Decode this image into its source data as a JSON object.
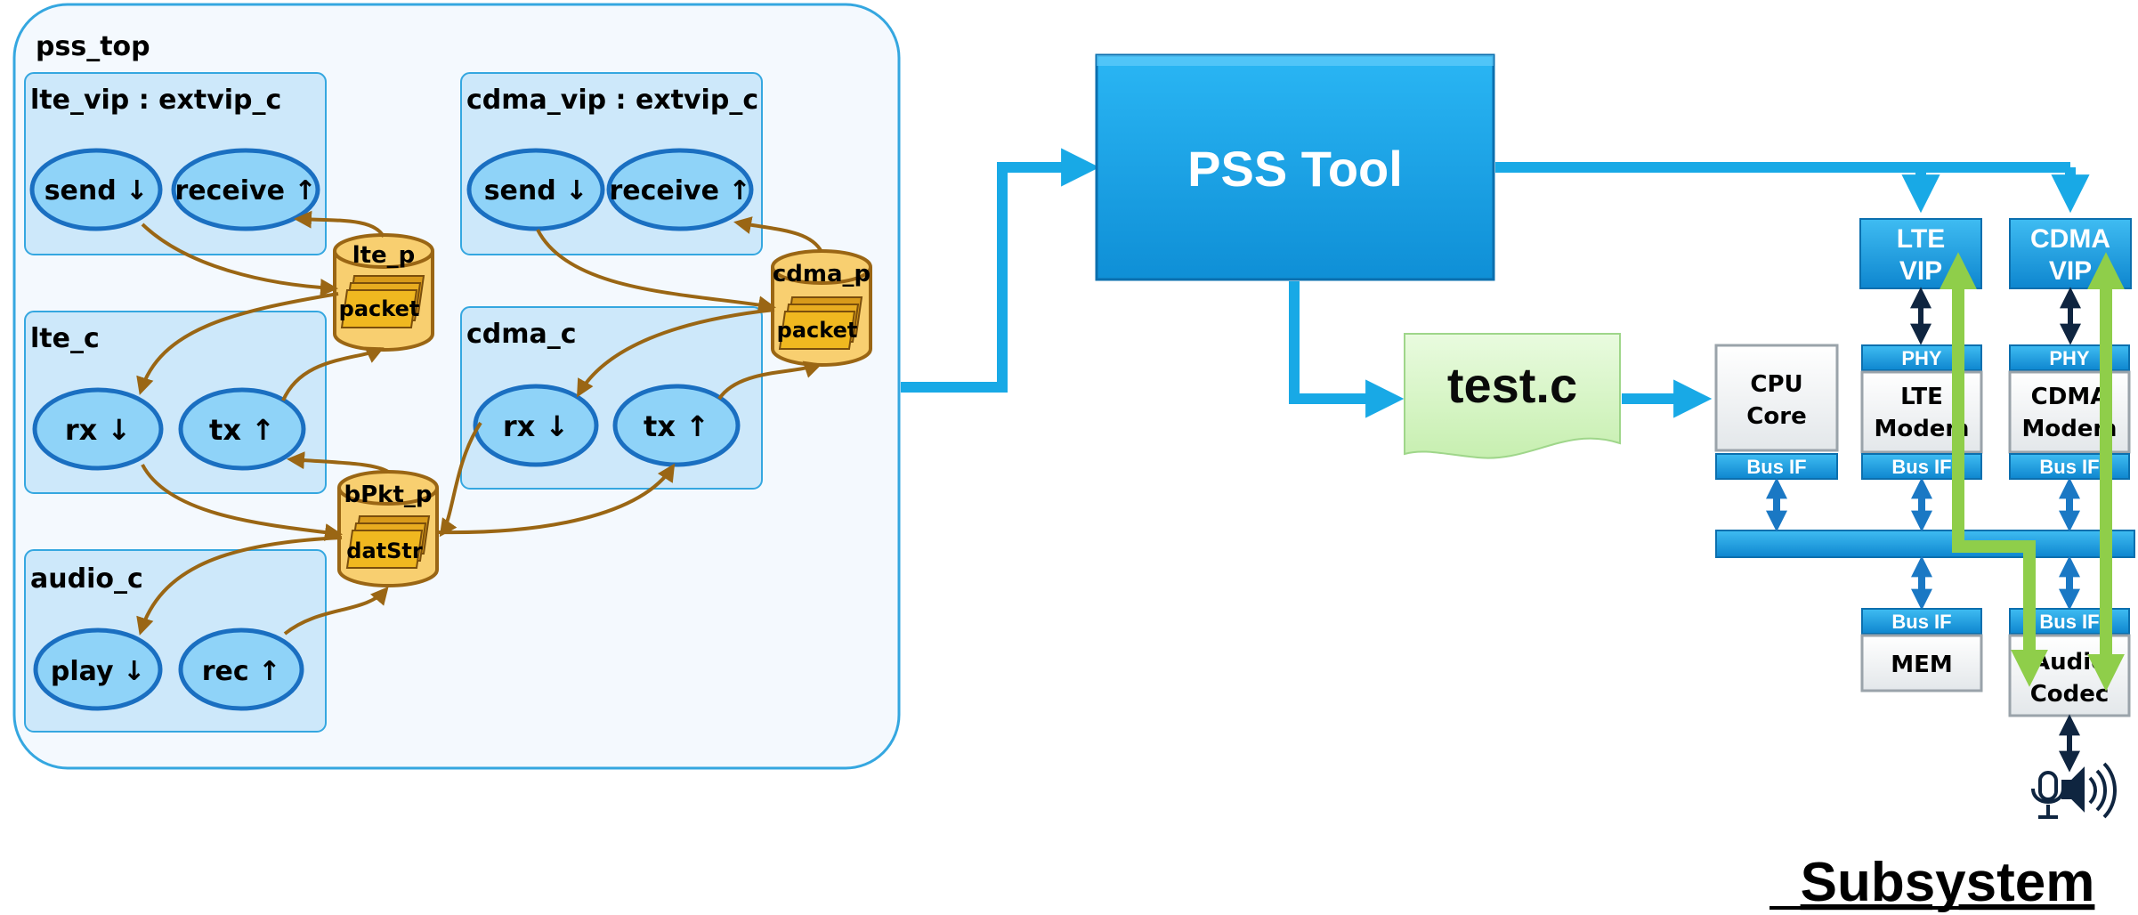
{
  "pss_top": {
    "title": "pss_top",
    "lte_vip": {
      "title": "lte_vip : extvip_c",
      "send": "send ↓",
      "receive": "receive ↑"
    },
    "cdma_vip": {
      "title": "cdma_vip : extvip_c",
      "send": "send ↓",
      "receive": "receive ↑"
    },
    "lte_c": {
      "title": "lte_c",
      "rx": "rx ↓",
      "tx": "tx ↑"
    },
    "cdma_c": {
      "title": "cdma_c",
      "rx": "rx ↓",
      "tx": "tx ↑"
    },
    "audio_c": {
      "title": "audio_c",
      "play": "play ↓",
      "rec": "rec ↑"
    },
    "pools": {
      "lte_p": {
        "name": "lte_p",
        "content": "packet"
      },
      "cdma_p": {
        "name": "cdma_p",
        "content": "packet"
      },
      "bpkt_p": {
        "name": "bPkt_p",
        "content": "datStr"
      }
    }
  },
  "tool": {
    "label": "PSS Tool"
  },
  "test_file": {
    "label": "test.c"
  },
  "subsystem": {
    "title": "Subsystem",
    "cpu": {
      "line1": "CPU",
      "line2": "Core",
      "bus_if": "Bus IF"
    },
    "lte_vip": {
      "line1": "LTE",
      "line2": "VIP"
    },
    "cdma_vip": {
      "line1": "CDMA",
      "line2": "VIP"
    },
    "lte_modem": {
      "phy": "PHY",
      "line1": "LTE",
      "line2": "Modem",
      "bus_if": "Bus IF"
    },
    "cdma_modem": {
      "phy": "PHY",
      "line1": "CDMA",
      "line2": "Modem",
      "bus_if": "Bus IF"
    },
    "mem": {
      "bus_if": "Bus IF",
      "label": "MEM"
    },
    "audio": {
      "bus_if": "Bus IF",
      "line1": "Audio",
      "line2": "Codec"
    },
    "io_icon": "microphone-speaker-icon"
  },
  "colors": {
    "outer_fill": "#f4f9fe",
    "outer_stroke": "#35a7e0",
    "comp_fill": "#cde8fa",
    "action_fill": "#8fd3f8",
    "action_stroke": "#1a6fc1",
    "pool_fill": "#f8cf70",
    "pool_stroke": "#9a6614",
    "flow_arrow": "#9a6614",
    "tool_fill": "#17a3e8",
    "cyan_arrow": "#18a9e6",
    "file_fill": "#d9f7c9",
    "green_path": "#8fce4a",
    "dark_arrow": "#0f2540"
  }
}
